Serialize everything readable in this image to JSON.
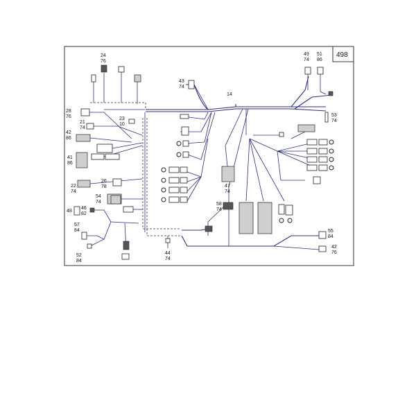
{
  "page_number": "498",
  "labels": [
    {
      "id": "24-76",
      "top": "24",
      "bottom": "76"
    },
    {
      "id": "43-74",
      "top": "43",
      "bottom": "74"
    },
    {
      "id": "14",
      "top": "14",
      "bottom": ""
    },
    {
      "id": "49-74",
      "top": "49",
      "bottom": "74"
    },
    {
      "id": "51-86",
      "top": "51",
      "bottom": "86"
    },
    {
      "id": "28-76",
      "top": "28",
      "bottom": "76"
    },
    {
      "id": "23-10",
      "top": "23",
      "bottom": "10"
    },
    {
      "id": "21-74",
      "top": "21",
      "bottom": "74"
    },
    {
      "id": "53-74",
      "top": "53",
      "bottom": "74"
    },
    {
      "id": "42-86",
      "top": "42",
      "bottom": "86"
    },
    {
      "id": "41-86",
      "top": "41",
      "bottom": "86"
    },
    {
      "id": "22-74",
      "top": "22",
      "bottom": "74"
    },
    {
      "id": "26-78",
      "top": "26",
      "bottom": "78"
    },
    {
      "id": "47-74",
      "top": "47",
      "bottom": "74"
    },
    {
      "id": "54-74",
      "top": "54",
      "bottom": "74"
    },
    {
      "id": "48",
      "top": "48",
      "bottom": ""
    },
    {
      "id": "46-82",
      "top": "46",
      "bottom": "82"
    },
    {
      "id": "58-74",
      "top": "58",
      "bottom": "74"
    },
    {
      "id": "57-84",
      "top": "57",
      "bottom": "84"
    },
    {
      "id": "55-84",
      "top": "55",
      "bottom": "84"
    },
    {
      "id": "44-74",
      "top": "44",
      "bottom": "74"
    },
    {
      "id": "42-76",
      "top": "42",
      "bottom": "76"
    },
    {
      "id": "52-84",
      "top": "52",
      "bottom": "84"
    }
  ],
  "colors": {
    "wire": "#2c2c7a",
    "frame": "#333333"
  }
}
